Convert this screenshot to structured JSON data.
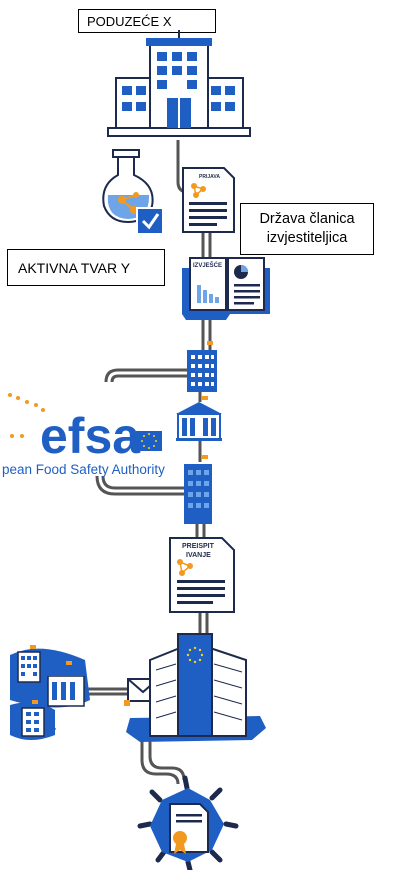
{
  "labels": {
    "company": "PODUZEĆE X",
    "member_state_line1": "Država članica",
    "member_state_line2": "izvjestiteljica",
    "active_substance": "AKTIVNA TVAR Y"
  },
  "documents": {
    "application": "PRIJAVA",
    "report": "IZVJEŠĆE",
    "review_line1": "PREISPIT",
    "review_line2": "IVANJE"
  },
  "efsa": {
    "logo_text": "efsa",
    "tagline": "pean Food Safety Authority"
  },
  "colors": {
    "primary_blue": "#1f5fc4",
    "dark_navy": "#1d2a4d",
    "light_blue": "#6ea4e8",
    "orange": "#f29a1f",
    "grey_line": "#555555"
  }
}
